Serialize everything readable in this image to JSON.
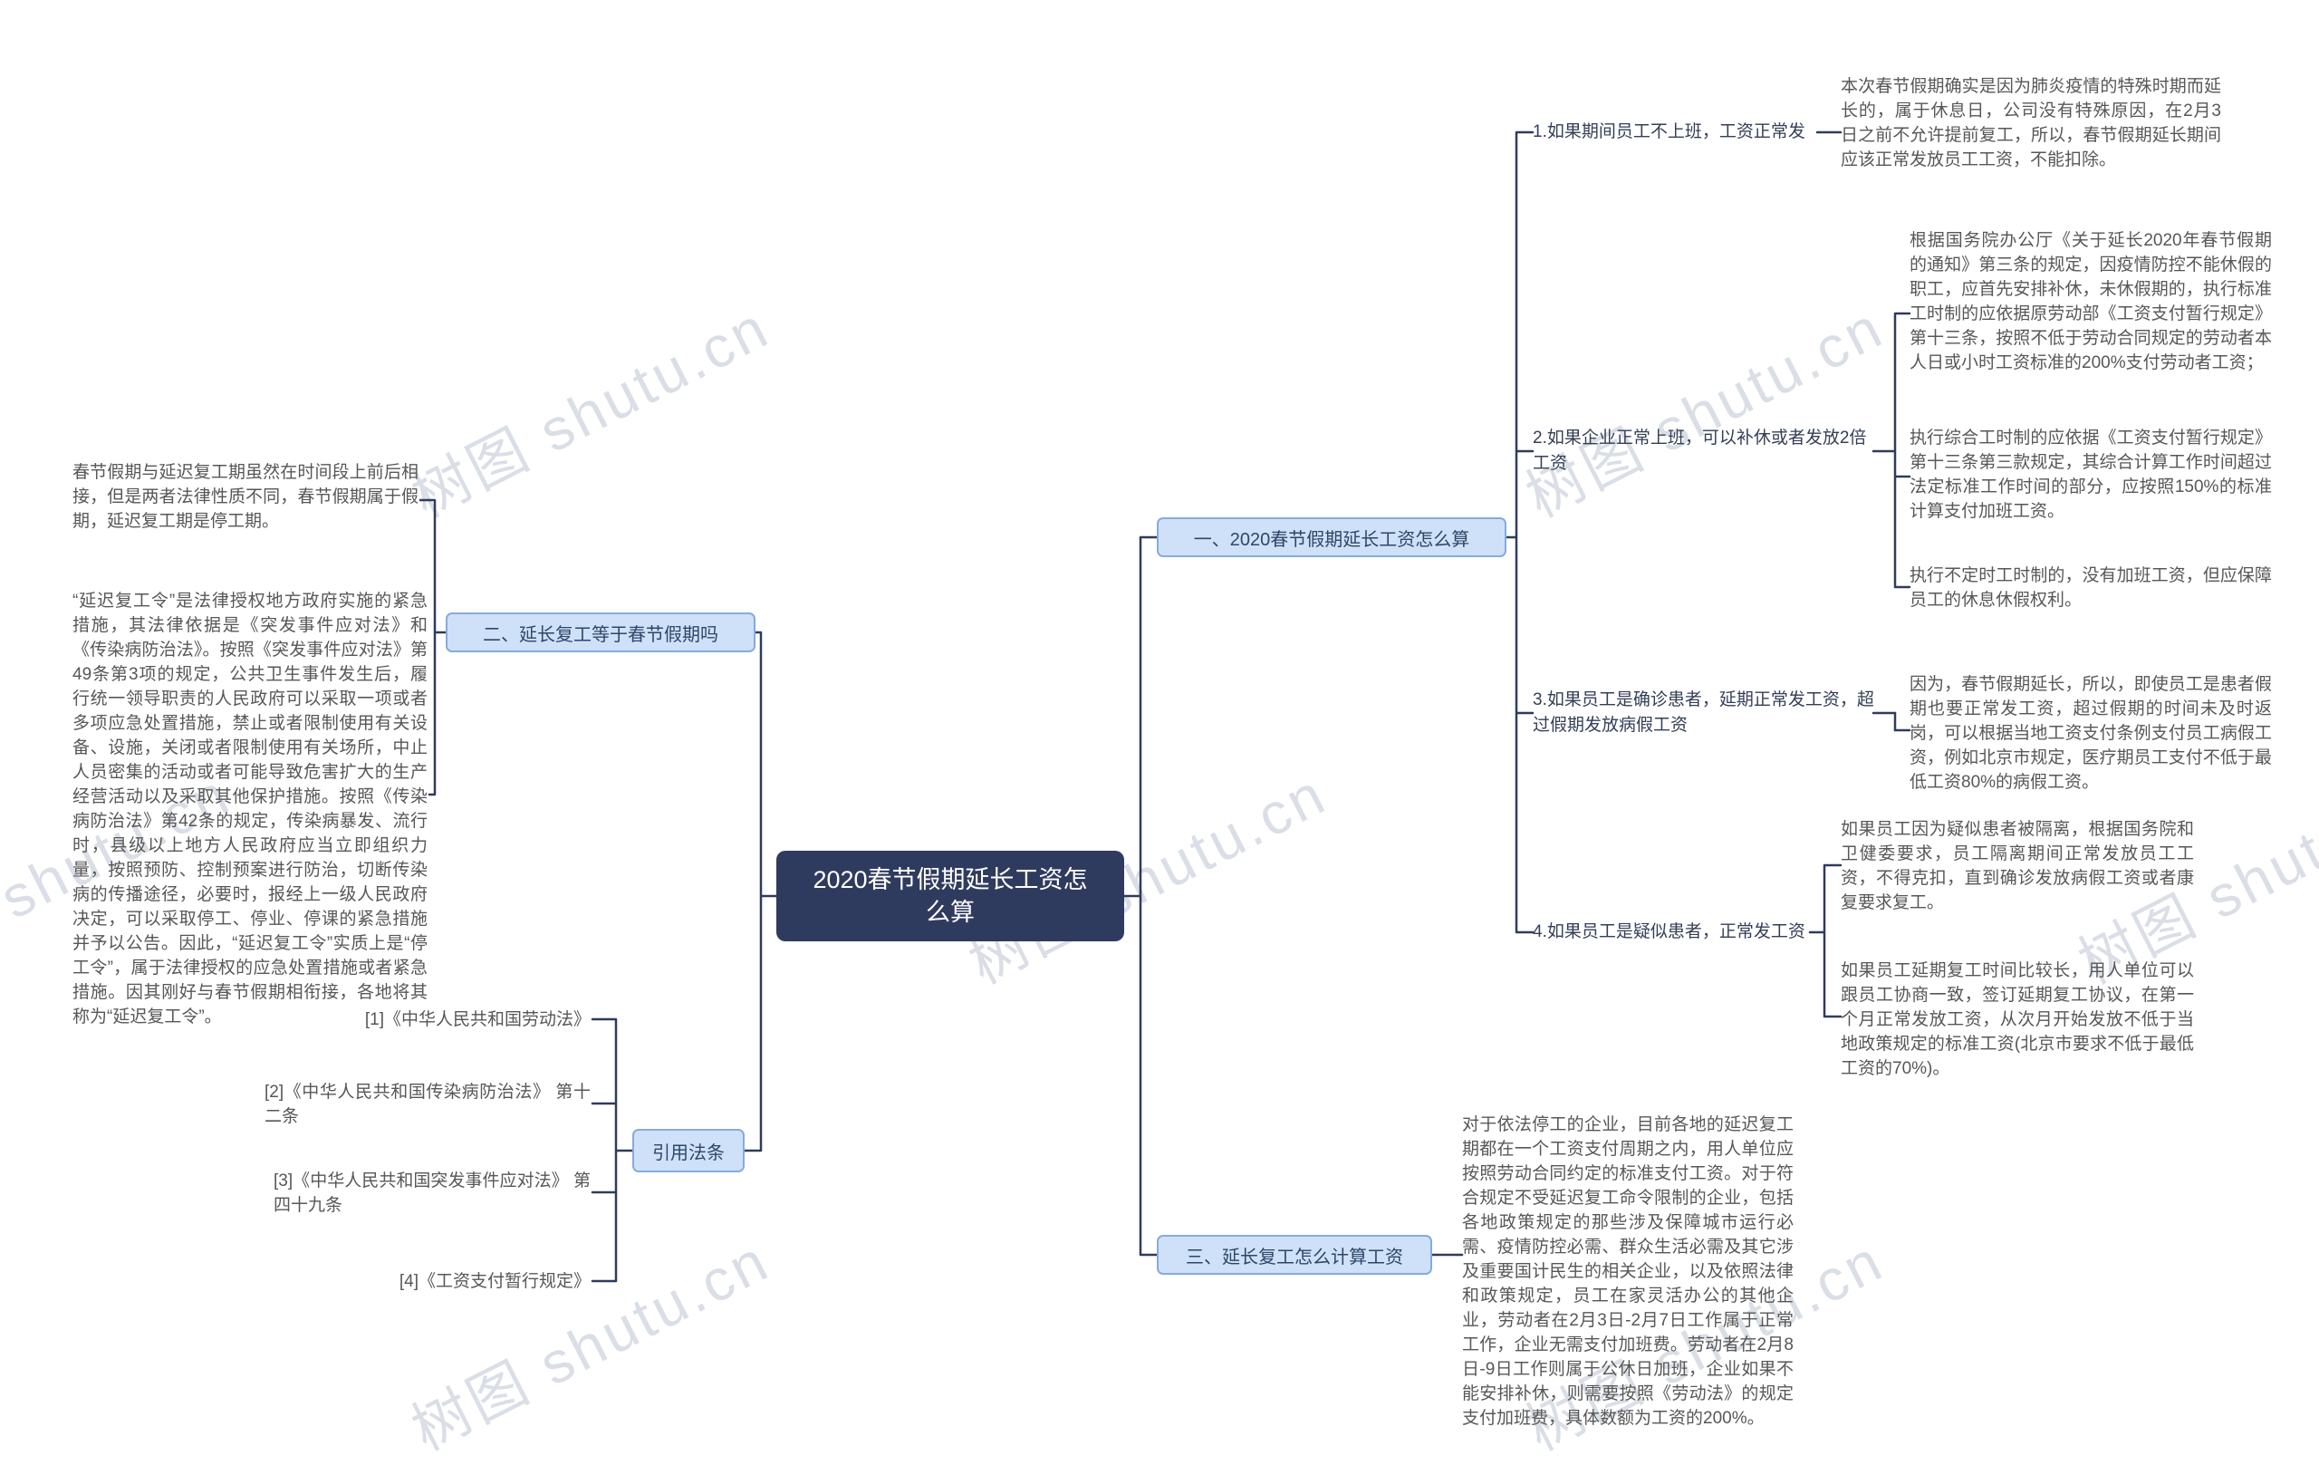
{
  "colors": {
    "root_bg": "#2f3b5e",
    "root_text": "#ffffff",
    "branch_bg": "#cfe1f8",
    "branch_border": "#86abdc",
    "branch_text": "#2e4667",
    "topic_text": "#333f55",
    "leaf_text": "#575757",
    "connector": "#2f3b5e",
    "watermark_text_color": "rgba(168,177,196,0.42)"
  },
  "watermark": {
    "text": "树图 shutu.cn"
  },
  "root": {
    "label": "2020春节假期延长工资怎么算"
  },
  "branches": {
    "b1": {
      "label": "一、2020春节假期延长工资怎么算",
      "topics": [
        {
          "label": "1.如果期间员工不上班，工资正常发",
          "leaves": [
            "本次春节假期确实是因为肺炎疫情的特殊时期而延长的，属于休息日，公司没有特殊原因，在2月3日之前不允许提前复工，所以，春节假期延长期间应该正常发放员工工资，不能扣除。"
          ]
        },
        {
          "label": "2.如果企业正常上班，可以补休或者发放2倍工资",
          "leaves": [
            "根据国务院办公厅《关于延长2020年春节假期的通知》第三条的规定，因疫情防控不能休假的职工，应首先安排补休，未休假期的，执行标准工时制的应依据原劳动部《工资支付暂行规定》第十三条，按照不低于劳动合同规定的劳动者本人日或小时工资标准的200%支付劳动者工资；",
            "执行综合工时制的应依据《工资支付暂行规定》第十三条第三款规定，其综合计算工作时间超过法定标准工作时间的部分，应按照150%的标准计算支付加班工资。",
            "执行不定时工时制的，没有加班工资，但应保障员工的休息休假权利。"
          ]
        },
        {
          "label": "3.如果员工是确诊患者，延期正常发工资，超过假期发放病假工资",
          "leaves": [
            "因为，春节假期延长，所以，即使员工是患者假期也要正常发工资，超过假期的时间未及时返岗，可以根据当地工资支付条例支付员工病假工资，例如北京市规定，医疗期员工支付不低于最低工资80%的病假工资。"
          ]
        },
        {
          "label": "4.如果员工是疑似患者，正常发工资",
          "leaves": [
            "如果员工因为疑似患者被隔离，根据国务院和卫健委要求，员工隔离期间正常发放员工工资，不得克扣，直到确诊发放病假工资或者康复要求复工。",
            "如果员工延期复工时间比较长，用人单位可以跟员工协商一致，签订延期复工协议，在第一个月正常发放工资，从次月开始发放不低于当地政策规定的标准工资(北京市要求不低于最低工资的70%)。"
          ]
        }
      ]
    },
    "b2": {
      "label": "二、延长复工等于春节假期吗",
      "leaves": [
        "春节假期与延迟复工期虽然在时间段上前后相接，但是两者法律性质不同，春节假期属于假期，延迟复工期是停工期。",
        "“延迟复工令”是法律授权地方政府实施的紧急措施，其法律依据是《突发事件应对法》和《传染病防治法》。按照《突发事件应对法》第49条第3项的规定，公共卫生事件发生后，履行统一领导职责的人民政府可以采取一项或者多项应急处置措施，禁止或者限制使用有关设备、设施，关闭或者限制使用有关场所，中止人员密集的活动或者可能导致危害扩大的生产经营活动以及采取其他保护措施。按照《传染病防治法》第42条的规定，传染病暴发、流行时，县级以上地方人民政府应当立即组织力量，按照预防、控制预案进行防治，切断传染病的传播途径，必要时，报经上一级人民政府决定，可以采取停工、停业、停课的紧急措施并予以公告。因此，“延迟复工令”实质上是“停工令”，属于法律授权的应急处置措施或者紧急措施。因其刚好与春节假期相衔接，各地将其称为“延迟复工令”。"
      ]
    },
    "b3": {
      "label": "三、延长复工怎么计算工资",
      "leaves": [
        "对于依法停工的企业，目前各地的延迟复工期都在一个工资支付周期之内，用人单位应按照劳动合同约定的标准支付工资。对于符合规定不受延迟复工命令限制的企业，包括各地政策规定的那些涉及保障城市运行必需、疫情防控必需、群众生活必需及其它涉及重要国计民生的相关企业，以及依照法律和政策规定，员工在家灵活办公的其他企业，劳动者在2月3日-2月7日工作属于正常工作，企业无需支付加班费。劳动者在2月8日-9日工作则属于公休日加班，企业如果不能安排补休，则需要按照《劳动法》的规定支付加班费，具体数额为工资的200%。"
      ]
    },
    "citations": {
      "label": "引用法条",
      "items": [
        "[1]《中华人民共和国劳动法》",
        "[2]《中华人民共和国传染病防治法》 第十二条",
        "[3]《中华人民共和国突发事件应对法》 第四十九条",
        "[4]《工资支付暂行规定》"
      ]
    }
  }
}
